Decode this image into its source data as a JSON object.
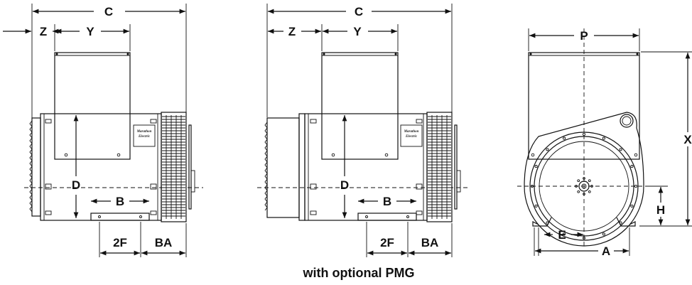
{
  "labels": {
    "C": "C",
    "Z": "Z",
    "Y": "Y",
    "D": "D",
    "B": "B",
    "F2": "2F",
    "BA": "BA",
    "P": "P",
    "X": "X",
    "H": "H",
    "E": "E",
    "A": "A"
  },
  "caption": "with optional PMG",
  "logo_line1": "Marathon",
  "logo_line2": "Electric"
}
